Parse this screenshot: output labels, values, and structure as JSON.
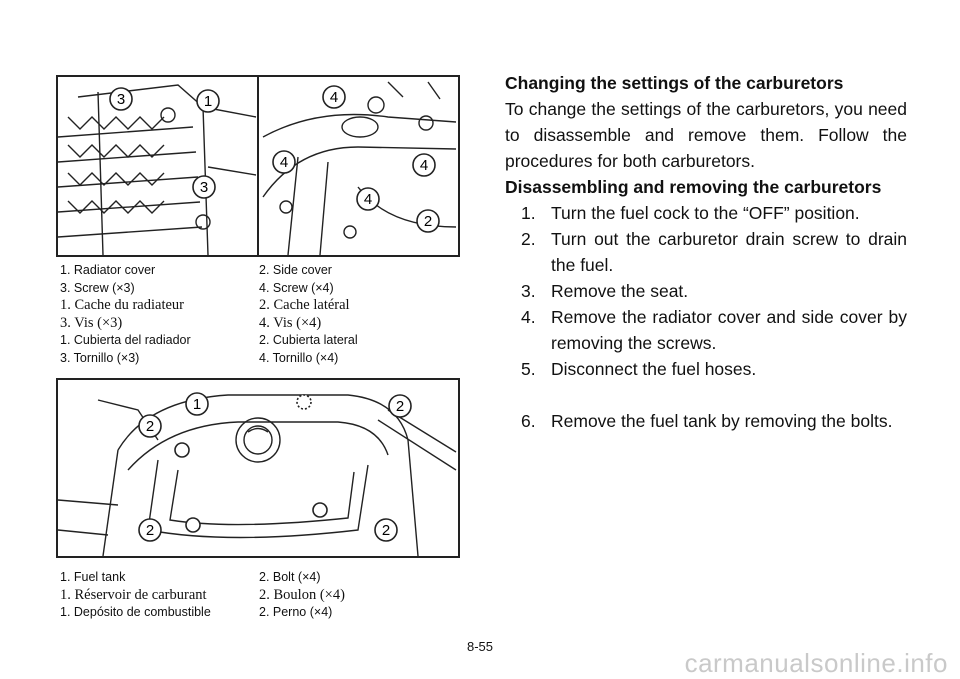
{
  "fig1": {
    "callouts": [
      "3",
      "1",
      "3",
      "4",
      "4",
      "4",
      "4",
      "2"
    ],
    "captions": [
      [
        "1.  Radiator cover",
        "2.  Side cover"
      ],
      [
        "3.  Screw (×3)",
        "4.  Screw (×4)"
      ],
      [
        "1.  Cache du radiateur",
        "2.  Cache latéral"
      ],
      [
        "3.  Vis (×3)",
        "4.  Vis (×4)"
      ],
      [
        "1.  Cubierta del radiador",
        "2.  Cubierta lateral"
      ],
      [
        "3.  Tornillo (×3)",
        "4.  Tornillo (×4)"
      ]
    ]
  },
  "fig2": {
    "callouts": [
      "1",
      "2",
      "2",
      "2",
      "2"
    ],
    "captions": [
      [
        "1.  Fuel tank",
        "2.  Bolt (×4)"
      ],
      [
        "1.  Réservoir de carburant",
        "2.  Boulon (×4)"
      ],
      [
        "1.  Depósito de combustible",
        "2.  Perno (×4)"
      ]
    ]
  },
  "text": {
    "heading1": "Changing the settings of the carburetors",
    "intro": "To change the settings of the carburetors, you need to disassemble and remove them. Follow the procedures for both carburetors.",
    "heading2": "Disassembling and removing the carburetors",
    "steps": [
      {
        "n": "1.",
        "t": "Turn the fuel cock to the “OFF” position."
      },
      {
        "n": "2.",
        "t": "Turn out the carburetor drain screw to drain the fuel."
      },
      {
        "n": "3.",
        "t": "Remove the seat."
      },
      {
        "n": "4.",
        "t": "Remove the radiator cover and side cover by removing the screws."
      },
      {
        "n": "5.",
        "t": "Disconnect the fuel hoses."
      },
      {
        "n": "6.",
        "t": "Remove the fuel tank by removing the bolts."
      }
    ]
  },
  "page_number": "8-55",
  "watermark": "carmanualsonline.info"
}
